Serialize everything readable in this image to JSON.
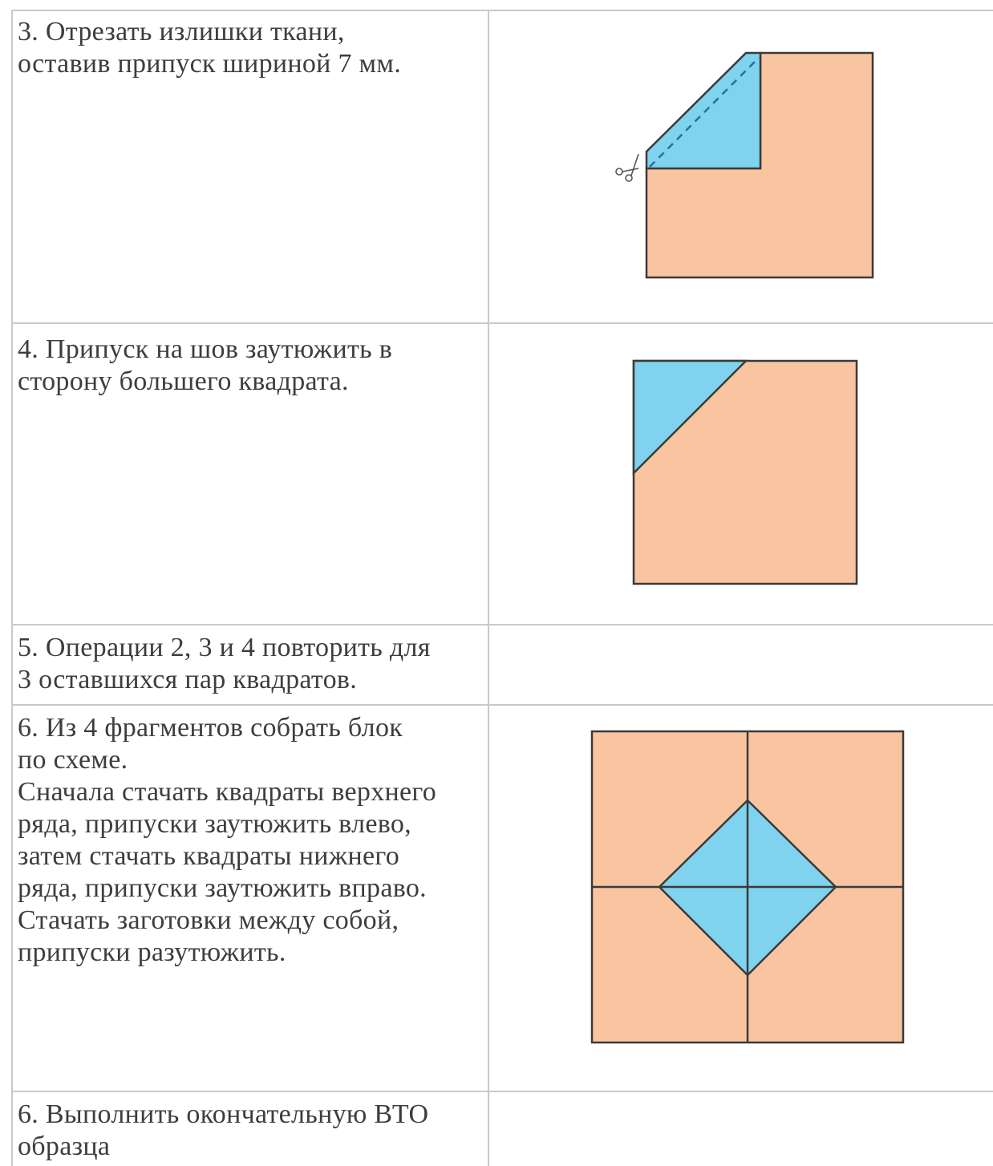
{
  "rows": [
    {
      "lines": [
        "3. Отрезать излишки ткани,",
        "оставив припуск шириной 7 мм."
      ],
      "figure": "cut-excess-fabric-figure"
    },
    {
      "lines": [
        "4. Припуск на шов заутюжить в",
        "сторону большего квадрата."
      ],
      "figure": "press-seam-figure"
    },
    {
      "lines": [
        "5. Операции 2, 3 и 4 повторить для",
        "3 оставшихся пар квадратов."
      ],
      "figure": null
    },
    {
      "lines": [
        "6. Из 4 фрагментов собрать блок",
        "по схеме.",
        "Сначала стачать квадраты верхнего",
        "ряда, припуски заутюжить влево,",
        "затем стачать квадраты нижнего",
        "ряда, припуски заутюжить вправо.",
        "Стачать заготовки между собой,",
        "припуски разутюжить."
      ],
      "figure": "assembled-block-figure"
    },
    {
      "lines": [
        "6. Выполнить окончательную ВТО",
        "образца"
      ],
      "figure": null
    }
  ],
  "colors": {
    "fabric_orange": "#f9c4a0",
    "fabric_blue": "#7fd3ef",
    "outline": "#3a3a3a",
    "grid": "#c9c9c9",
    "text": "#3d3d3d"
  },
  "icons": [
    "scissors-icon"
  ]
}
